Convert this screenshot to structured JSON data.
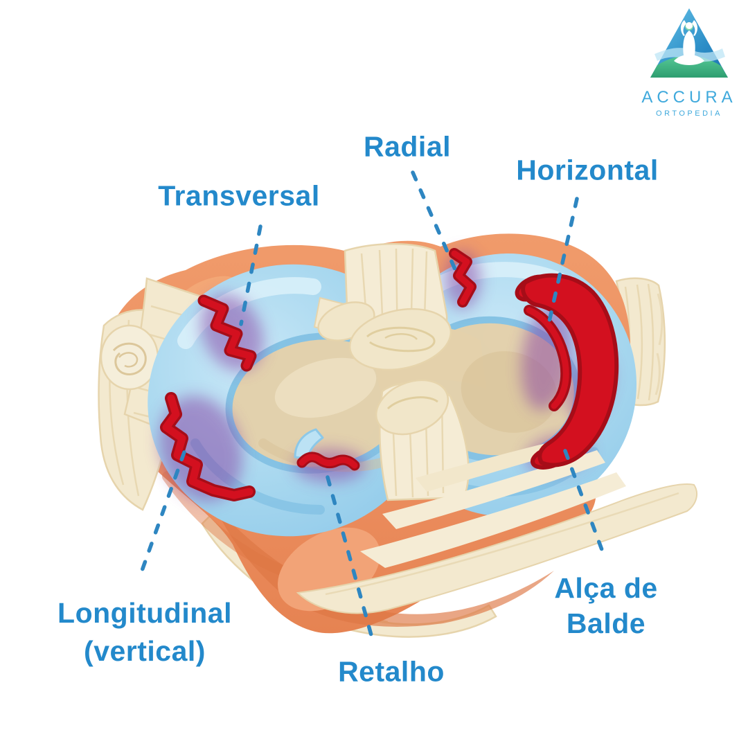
{
  "logo": {
    "brand": "ACCURA",
    "subtitle": "ORTOPEDIA"
  },
  "labels": {
    "transversal": "Transversal",
    "radial": "Radial",
    "horizontal": "Horizontal",
    "longitudinal": {
      "line1": "Longitudinal",
      "line2": "(vertical)"
    },
    "retalho": "Retalho",
    "alca": {
      "line1": "Alça de",
      "line2": "Balde"
    }
  },
  "theme": {
    "label_blue": "#2389CB",
    "leader_blue": "#2E86C1",
    "logo_blue": "#3FA9DC",
    "tear_red": "#D3101F",
    "tear_red_dark": "#A60D18",
    "bruise_purple": "#8741A3",
    "capsule_orange": "#EC8F60",
    "capsule_orange_dark": "#DD7643",
    "capsule_orange_light": "#F3A878",
    "cartilage_blue": "#A9D8EF",
    "cartilage_blue_light": "#D8EFFA",
    "cartilage_blue_deep": "#7FBFE2",
    "bone_tan": "#E4D1AB",
    "bone_tan_light": "#EDE0C2",
    "ligament_cream": "#F5ECD5",
    "ligament_stripe": "#E8D8B2",
    "ligament_outline": "#E6D4AC"
  }
}
